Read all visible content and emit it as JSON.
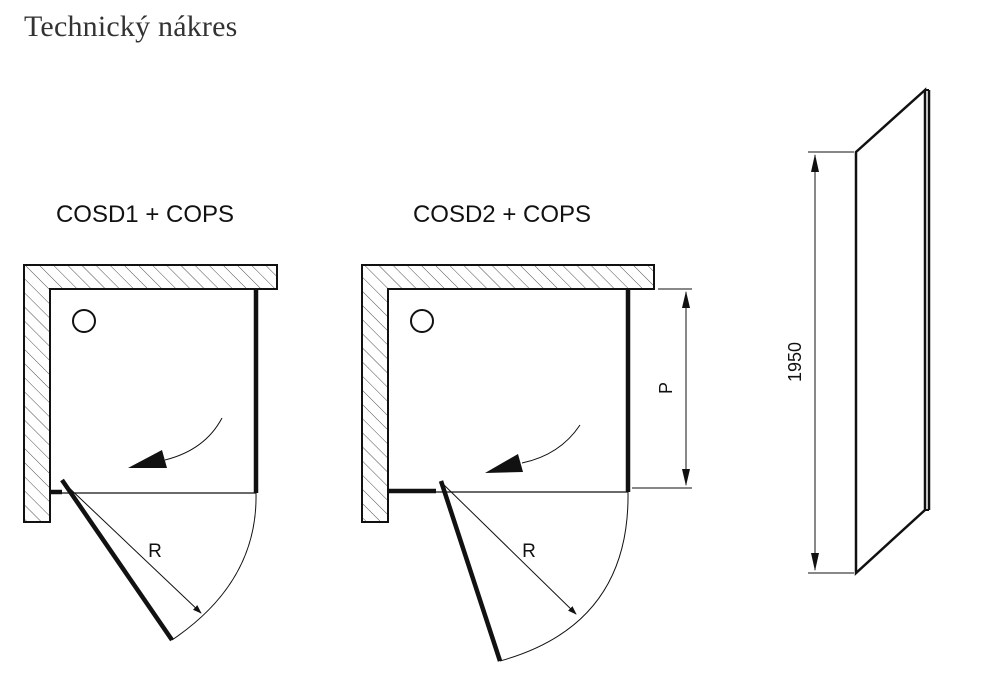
{
  "page": {
    "title": "Technický nákres"
  },
  "drawings": {
    "cosd1": {
      "label": "COSD1 + COPS",
      "radius_label": "R"
    },
    "cosd2": {
      "label": "COSD2 + COPS",
      "radius_label": "R",
      "side_label": "P"
    },
    "side_view": {
      "height_label": "1950"
    }
  },
  "colors": {
    "line": "#111111",
    "title": "#333333"
  }
}
